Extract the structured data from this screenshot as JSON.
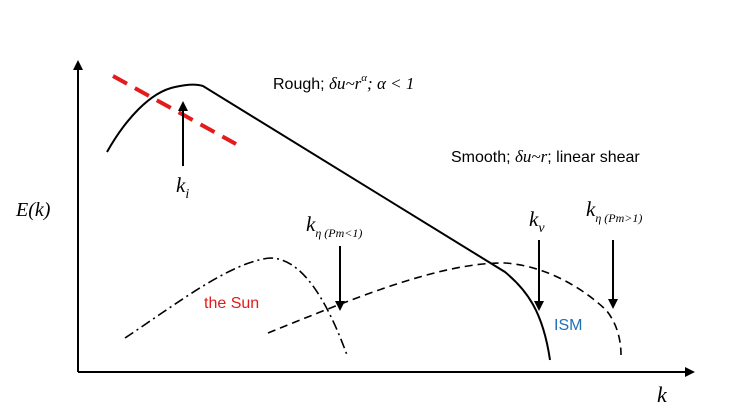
{
  "labels": {
    "y_axis": "E(k)",
    "x_axis": "k",
    "rough_prefix": "Rough; ",
    "rough_math": "δu~r",
    "rough_exp": "α",
    "rough_suffix": "; α < 1",
    "smooth_prefix": "Smooth; ",
    "smooth_math": "δu~r",
    "smooth_suffix": "; linear shear",
    "k_i_base": "k",
    "k_i_sub": "i",
    "k_eta_low_base": "k",
    "k_eta_low_sub": "η (Pm<1)",
    "k_nu_base": "k",
    "k_nu_sub": "ν",
    "k_eta_high_base": "k",
    "k_eta_high_sub": "η (Pm>1)",
    "sun": "the Sun",
    "ism": "ISM"
  },
  "colors": {
    "sun_label": "#e31b1b",
    "ism_label": "#1f6fb5",
    "red_dashed": "#e31b1b",
    "axes": "#000000"
  }
}
